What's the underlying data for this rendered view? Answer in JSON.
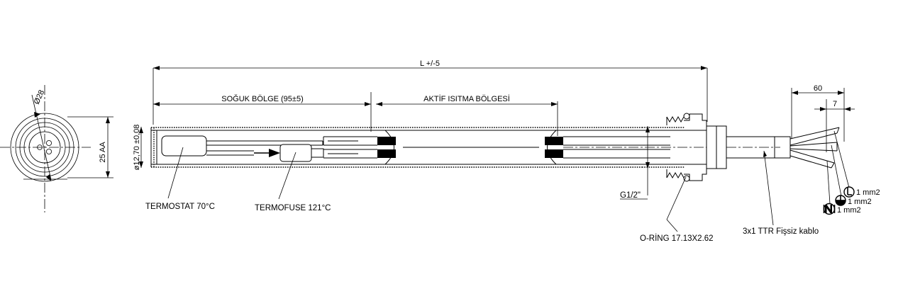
{
  "drawing": {
    "title": "Cartridge heater technical drawing",
    "units": "mm",
    "line_color": "#000000",
    "background": "#ffffff"
  },
  "cross_section": {
    "name": "end-view",
    "diameter_label": "Ø28",
    "height_label": "25 AA",
    "concentric_rings": 5,
    "inner_holes": 3
  },
  "dimensions": {
    "overall_length": "L +/-5",
    "cold_zone": "SOĞUK BÖLGE (95±5)",
    "active_zone": "AKTİF ISITMA BÖLGESİ",
    "tube_diameter": "ø12,70 ±0,08",
    "cable_length": "60",
    "strip_length": "7"
  },
  "labels": {
    "thermostat": "TERMOSTAT 70°C",
    "thermofuse": "TERMOFUSE 121°C",
    "thread": "G1/2\"",
    "oring": "O-RİNG 17.13X2.62",
    "cable": "3x1 TTR Fişsiz kablo"
  },
  "wires": [
    {
      "symbol": "L",
      "spec": "1 mm2",
      "name": "line-terminal"
    },
    {
      "symbol": "earth",
      "spec": "1 mm2",
      "name": "earth-terminal"
    },
    {
      "symbol": "N",
      "spec": "1 mm2",
      "name": "neutral-terminal"
    }
  ]
}
